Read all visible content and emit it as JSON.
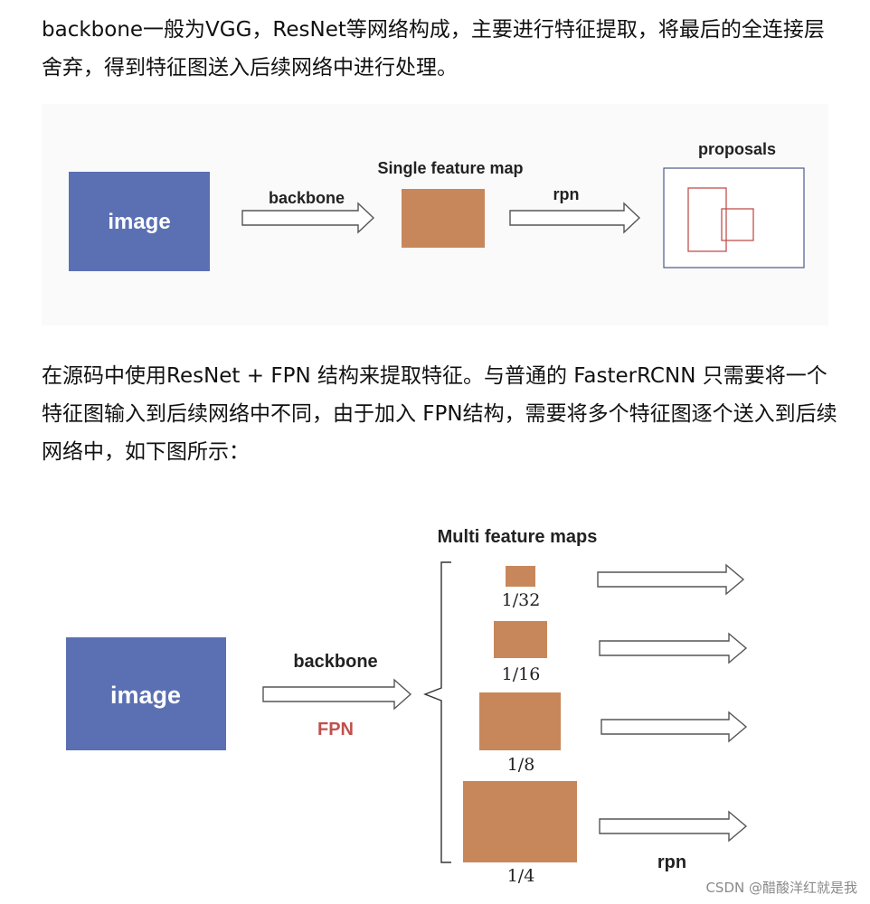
{
  "paragraphs": {
    "p1": "backbone一般为VGG，ResNet等网络构成，主要进行特征提取，将最后的全连接层舍弃，得到特征图送入后续网络中进行处理。",
    "p2": "在源码中使用ResNet + FPN 结构来提取特征。与普通的 FasterRCNN 只需要将一个特征图输入到后续网络中不同，由于加入 FPN结构，需要将多个特征图逐个送入到后续网络中，如下图所示："
  },
  "figure1": {
    "image_label": "image",
    "backbone_label": "backbone",
    "feature_map_label": "Single feature map",
    "rpn_label": "rpn",
    "proposals_label": "proposals"
  },
  "figure2": {
    "image_label": "image",
    "backbone_label": "backbone",
    "fpn_label": "FPN",
    "title": "Multi feature maps",
    "scales": [
      "1/32",
      "1/16",
      "1/8",
      "1/4"
    ],
    "rpn_label": "rpn"
  },
  "colors": {
    "image_box": "#5b70b3",
    "feature_map": "#c8875a",
    "proposal_box": "#c0504d",
    "fpn_text": "#c0504d",
    "frame_border": "#4a5a8a"
  },
  "watermark": "CSDN @醋酸洋红就是我"
}
